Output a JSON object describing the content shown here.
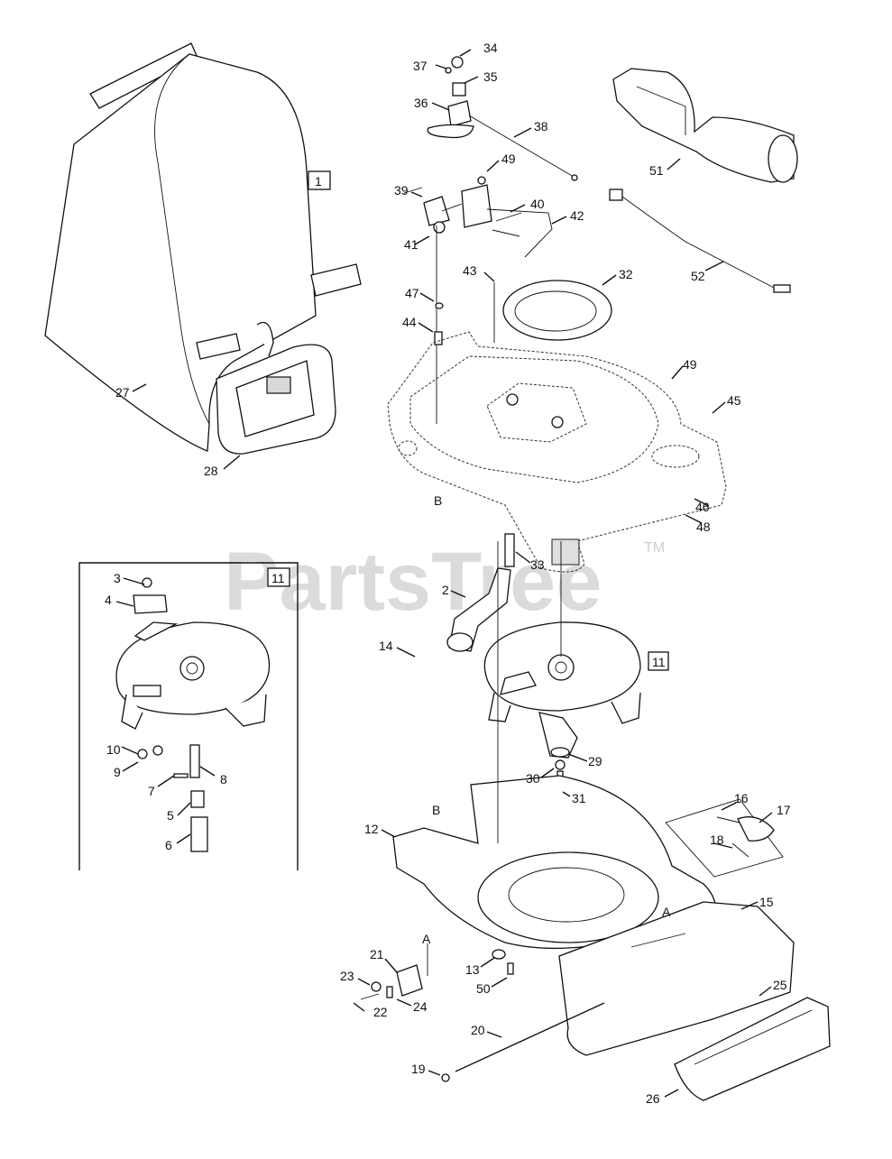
{
  "watermark": {
    "brand": "PartsTree",
    "trademark": "TM"
  },
  "reference_boxes": {
    "main_hopper": "1",
    "inset": "11",
    "impeller": "11"
  },
  "callouts": {
    "c1": "27",
    "c2": "28",
    "c3": "3",
    "c4": "4",
    "c5": "10",
    "c6": "9",
    "c7": "7",
    "c8": "8",
    "c9": "5",
    "c10": "6",
    "c11": "34",
    "c12": "37",
    "c13": "35",
    "c14": "36",
    "c15": "38",
    "c16": "39",
    "c17": "49",
    "c18": "40",
    "c19": "42",
    "c20": "41",
    "c21": "43",
    "c22": "47",
    "c23": "44",
    "c24": "32",
    "c25": "51",
    "c26": "52",
    "c27": "49",
    "c28": "45",
    "c29": "46",
    "c30": "48",
    "c31": "B",
    "c32": "33",
    "c33": "2",
    "c34": "14",
    "c35": "29",
    "c36": "30",
    "c37": "31",
    "c38": "16",
    "c39": "17",
    "c40": "18",
    "c41": "12",
    "c42": "B",
    "c43": "A",
    "c44": "15",
    "c45": "13",
    "c46": "50",
    "c47": "A",
    "c48": "21",
    "c49": "23",
    "c50": "24",
    "c51": "22",
    "c52": "20",
    "c53": "19",
    "c54": "25",
    "c55": "26"
  }
}
